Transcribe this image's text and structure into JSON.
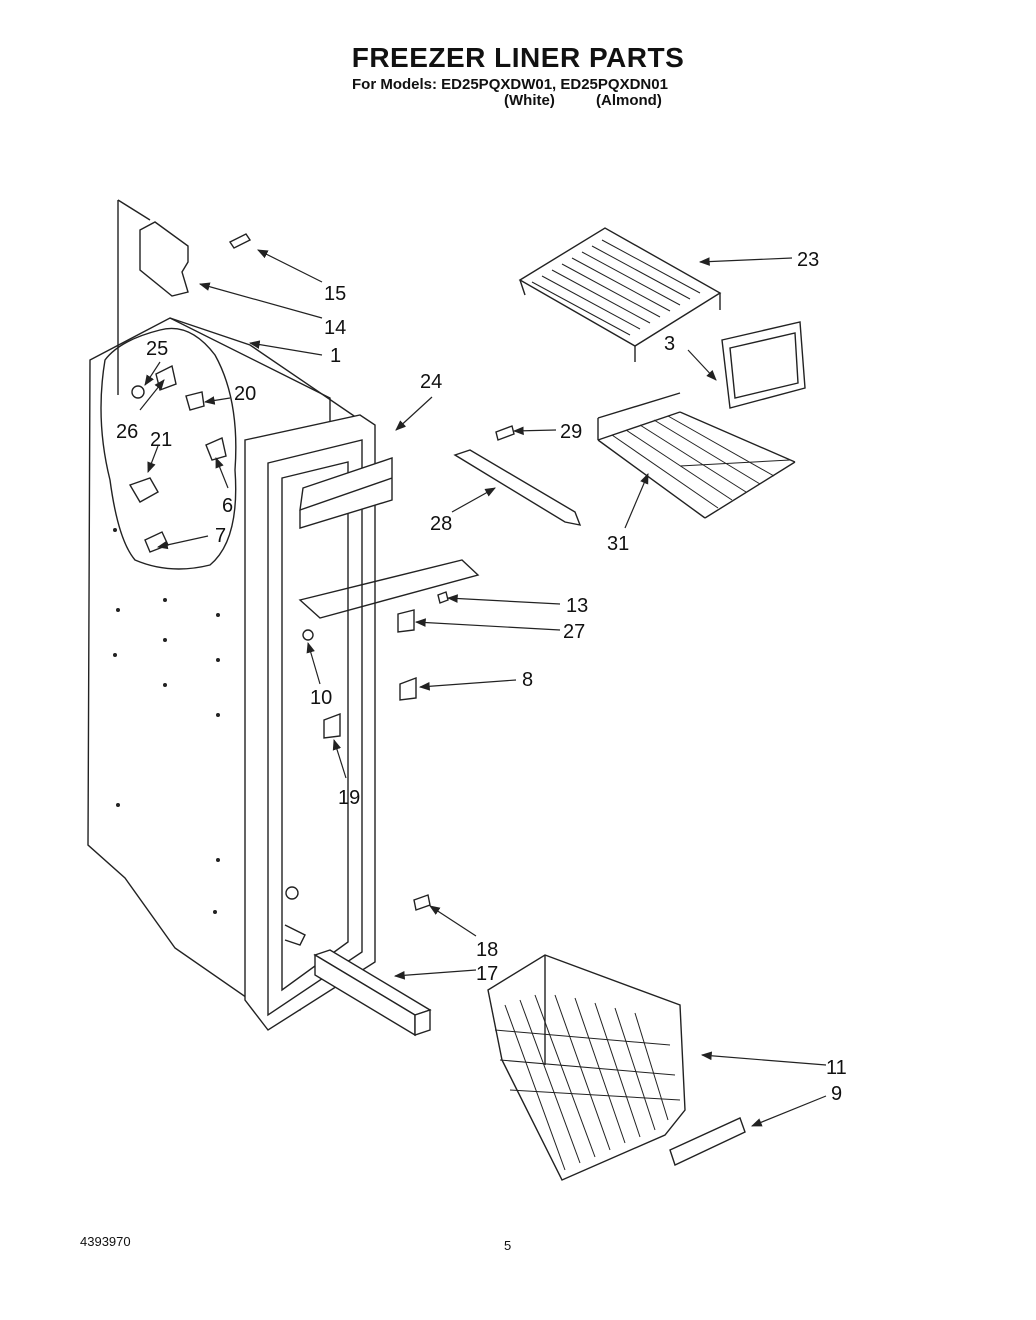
{
  "header": {
    "title": "FREEZER LINER PARTS",
    "models": "For Models: ED25PQXDW01, ED25PQXDN01",
    "color_white": "(White)",
    "color_almond": "(Almond)"
  },
  "callouts": [
    "23",
    "15",
    "14",
    "1",
    "3",
    "25",
    "20",
    "24",
    "29",
    "26",
    "21",
    "6",
    "28",
    "31",
    "7",
    "13",
    "27",
    "8",
    "10",
    "19",
    "18",
    "17",
    "11",
    "9"
  ],
  "footer": {
    "doc_number": "4393970",
    "page_number": "5"
  }
}
